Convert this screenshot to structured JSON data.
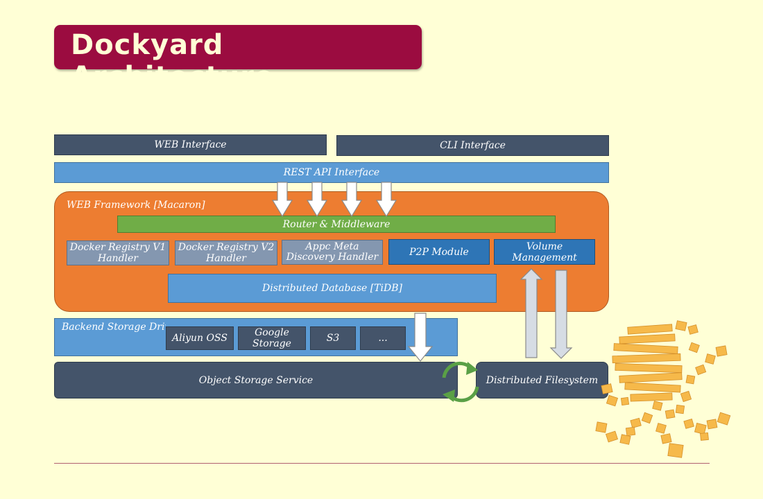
{
  "title": "Dockyard Architecture",
  "layers": {
    "web_interface": "WEB Interface",
    "cli_interface": "CLI Interface",
    "rest_api": "REST API Interface",
    "web_framework": "WEB Framework [Macaron]",
    "router": "Router & Middleware",
    "handlers": [
      "Docker Registry V1 Handler",
      "Docker Registry V2 Handler",
      "Appc Meta Discovery Handler"
    ],
    "p2p": "P2P Module",
    "volume": "Volume Management",
    "database": "Distributed Database [TiDB]",
    "backend_storage": "Backend Storage Drivers",
    "drivers": [
      "Aliyun OSS",
      "Google Storage",
      "S3",
      "..."
    ],
    "object_storage": "Object Storage Service",
    "distributed_fs": "Distributed Filesystem"
  },
  "colors": {
    "background": "#ffffd6",
    "title": "#9b0c40",
    "dark": "#44546a",
    "light_blue": "#5b9bd5",
    "orange": "#ed7d31",
    "green": "#70ad47",
    "grey": "#8497b0",
    "blue": "#2e75b6",
    "logo": "#f6b94a"
  },
  "icons": [
    "down-arrow-icon",
    "up-arrow-icon",
    "sync-cycle-icon",
    "pixel-logo-icon"
  ]
}
